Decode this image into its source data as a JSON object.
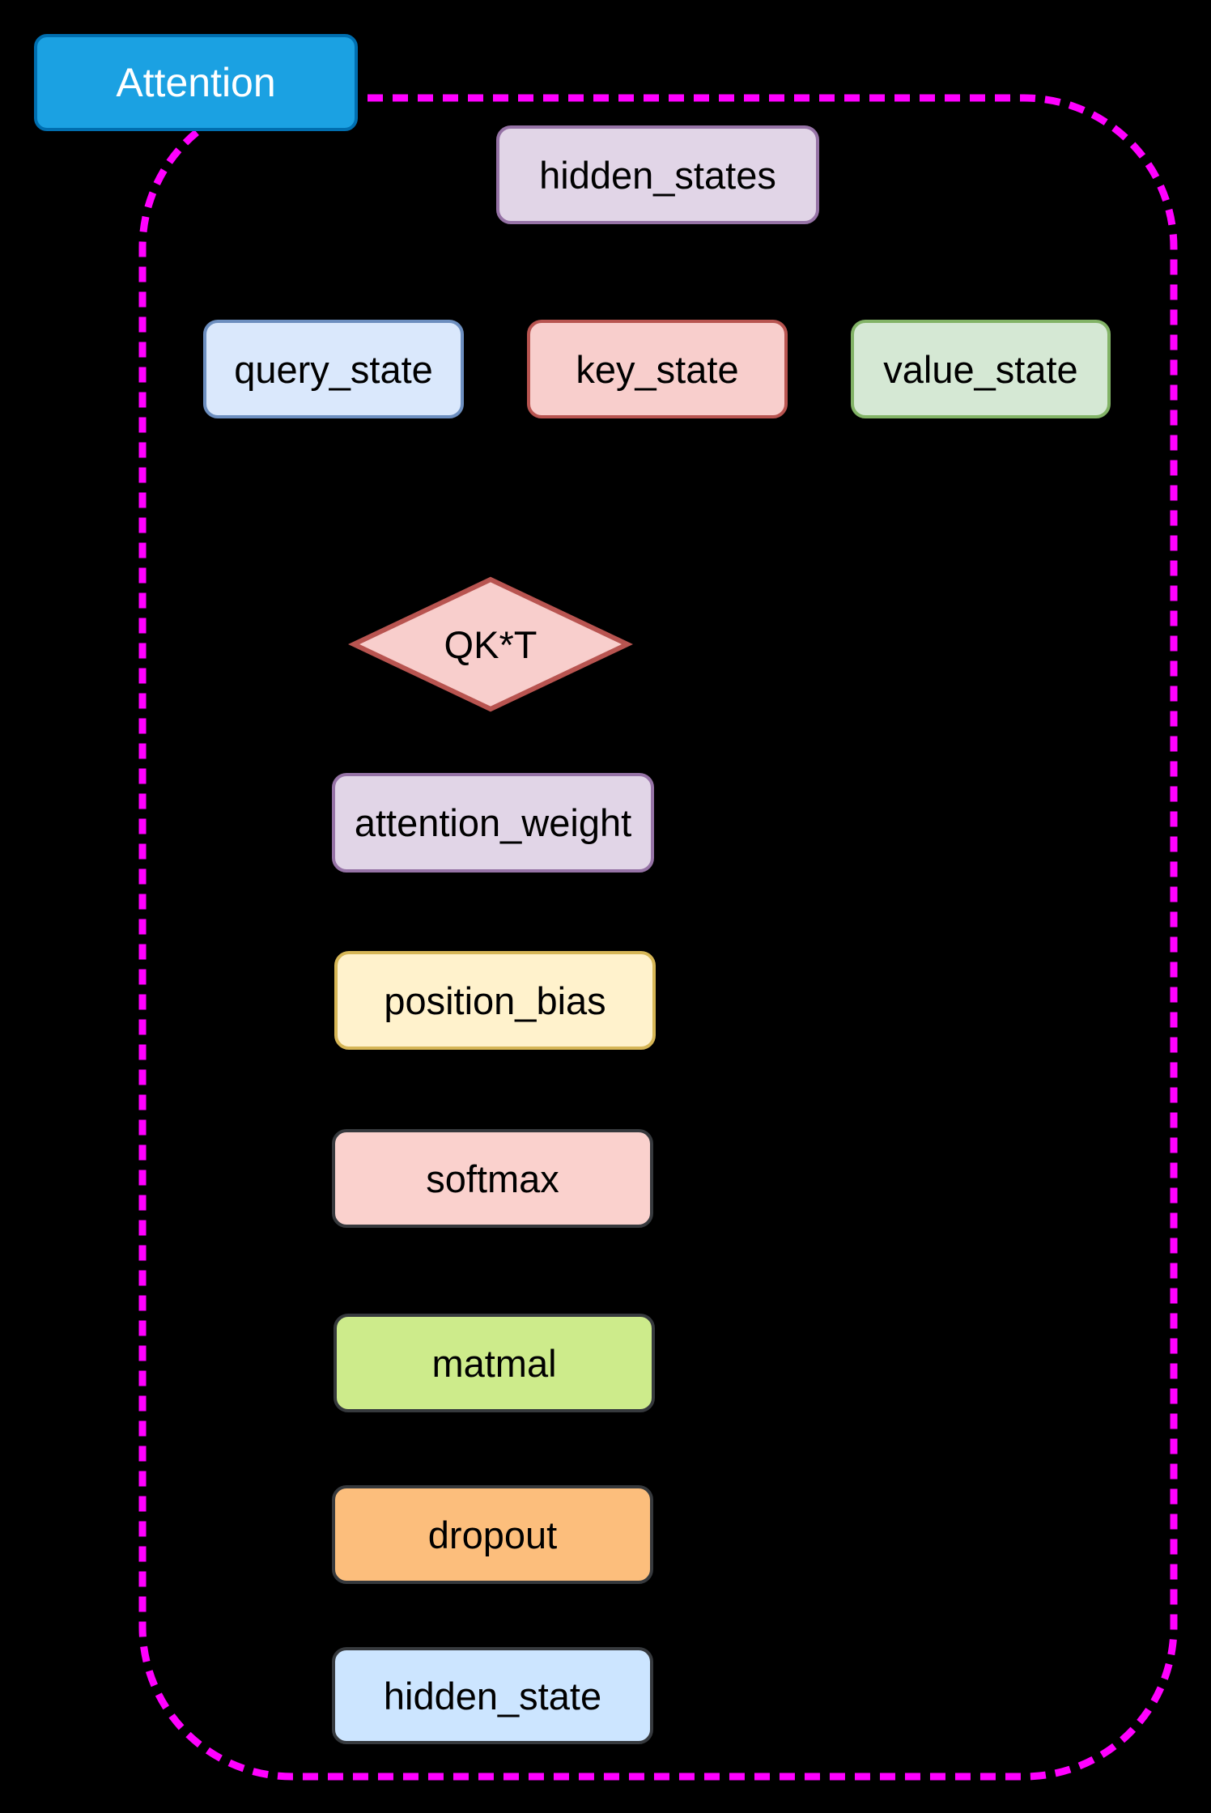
{
  "diagram": {
    "background": "#000000",
    "title": {
      "label": "Attention",
      "fill": "#1BA1E2",
      "border": "#006EAF",
      "text_color": "#FFFFFF"
    },
    "boundary": {
      "color": "#FF00FF",
      "style": "dashed-rounded-rect"
    },
    "nodes": {
      "hidden_states": {
        "label": "hidden_states",
        "shape": "rounded-rect",
        "fill": "#E1D5E7",
        "border": "#9673A6"
      },
      "query_state": {
        "label": "query_state",
        "shape": "rounded-rect",
        "fill": "#DAE8FC",
        "border": "#6C8EBF"
      },
      "key_state": {
        "label": "key_state",
        "shape": "rounded-rect",
        "fill": "#F8CECC",
        "border": "#B85450"
      },
      "value_state": {
        "label": "value_state",
        "shape": "rounded-rect",
        "fill": "#D5E8D4",
        "border": "#82B366"
      },
      "qk_t": {
        "label": "QK*T",
        "shape": "diamond",
        "fill": "#F8CECC",
        "border": "#B85450"
      },
      "attention_weight": {
        "label": "attention_weight",
        "shape": "rounded-rect",
        "fill": "#E1D5E7",
        "border": "#9673A6"
      },
      "position_bias": {
        "label": "position_bias",
        "shape": "rounded-rect",
        "fill": "#FFF2CC",
        "border": "#D6B656"
      },
      "softmax": {
        "label": "softmax",
        "shape": "rounded-rect",
        "fill": "#FAD1CD",
        "border": "#36393D"
      },
      "matmal": {
        "label": "matmal",
        "shape": "rounded-rect",
        "fill": "#CDEB8B",
        "border": "#36393D"
      },
      "dropout": {
        "label": "dropout",
        "shape": "rounded-rect",
        "fill": "#FCBE7C",
        "border": "#36393D"
      },
      "hidden_state": {
        "label": "hidden_state",
        "shape": "rounded-rect",
        "fill": "#CCE5FF",
        "border": "#36393D"
      }
    }
  }
}
